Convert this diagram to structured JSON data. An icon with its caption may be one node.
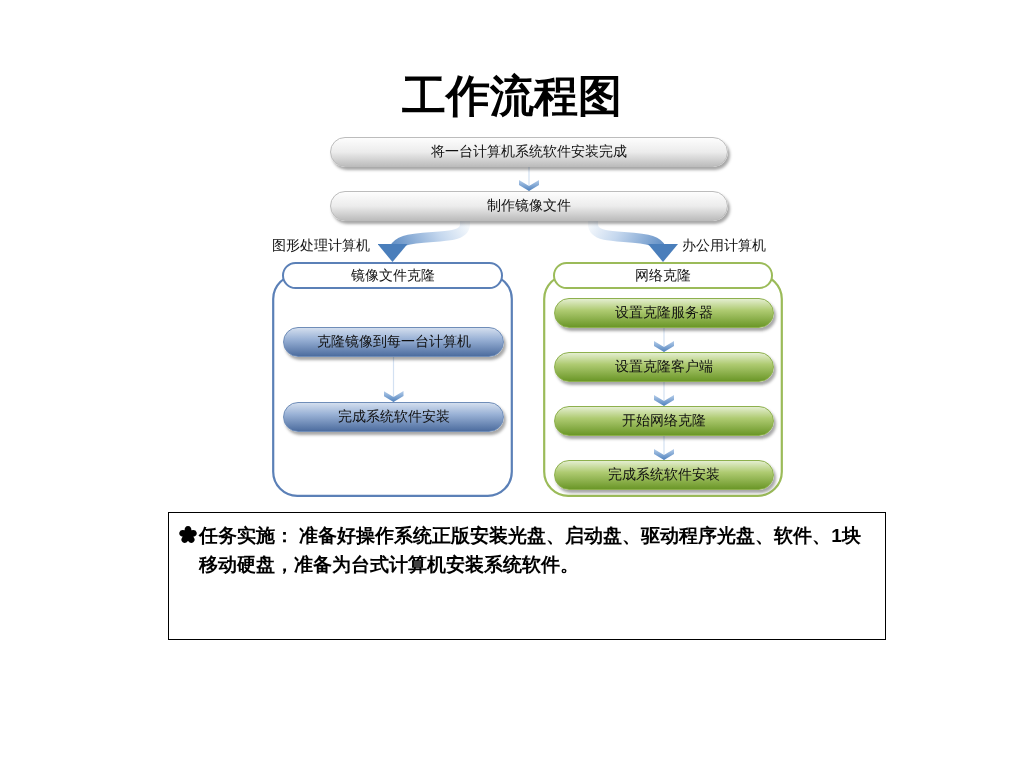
{
  "diagram": {
    "title": "工作流程图",
    "nodes": [
      {
        "text": [
          "将一台计算机系统软件安装完成"
        ]
      },
      {
        "text": [
          "制作镜像文件"
        ]
      },
      {
        "text": [
          "镜像文件克隆"
        ]
      },
      {
        "text": [
          "克隆镜像到每一台计算机"
        ],
        "in": 2
      },
      {
        "text": [
          "完成系统软件安装"
        ],
        "in": 2
      },
      {
        "text": [
          "网络克隆"
        ]
      },
      {
        "text": [
          "设置克隆服务器"
        ],
        "in": 5
      },
      {
        "text": [
          "设置克隆客户端"
        ],
        "in": 5
      },
      {
        "text": [
          "开始网络克隆"
        ],
        "in": 5
      },
      {
        "text": [
          "完成系统软件安装"
        ],
        "in": 5
      },
      {
        "text": [
          "任务实施： 准备好操作系统正版安装光盘、启动盘、驱动程序光盘、软件、1块移动硬盘，准备为台式计算机安装系统软件。"
        ]
      }
    ],
    "edges": [
      {
        "from": 0,
        "to": 1,
        "arrow": "to"
      },
      {
        "from": 1,
        "to": 2,
        "arrow": "to",
        "label": "图形处理计算机",
        "style": "thick"
      },
      {
        "from": 1,
        "to": 5,
        "arrow": "to",
        "label": "办公用计算机",
        "style": "thick"
      },
      {
        "from": 3,
        "to": 4,
        "arrow": "to"
      },
      {
        "from": 6,
        "to": 7,
        "arrow": "to"
      },
      {
        "from": 7,
        "to": 8,
        "arrow": "to"
      },
      {
        "from": 8,
        "to": 9,
        "arrow": "to"
      }
    ]
  }
}
